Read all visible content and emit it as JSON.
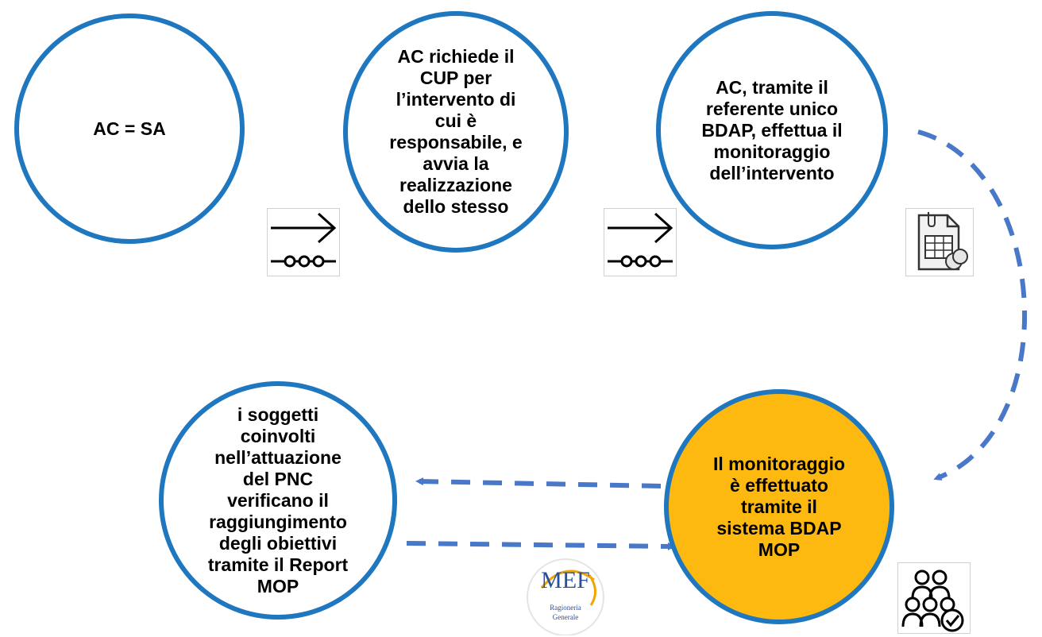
{
  "steps": [
    {
      "text": "AC = SA"
    },
    {
      "text": "AC richiede il\nCUP per\nl’intervento di\ncui è\nresponsabile, e\navvia la\nrealizzazione\ndello stesso"
    },
    {
      "text": "AC, tramite il\nreferente unico\nBDAP, effettua il\nmonitoraggio\ndell’intervento"
    },
    {
      "text": "i soggetti\ncoinvolti\nnell’attuazione\ndel PNC\nverificano il\nraggiungimento\ndegli obiettivi\ntramite il Report\nMOP"
    },
    {
      "text": "Il monitoraggio\nè effettuato\ntramite il\nsistema BDAP\nMOP"
    }
  ],
  "logo": {
    "name": "MEF",
    "subtitle_1": "Ragioneria",
    "subtitle_2": "Generale"
  },
  "icons": [
    "arrow-right-connector-icon",
    "arrow-right-connector-icon",
    "document-spreadsheet-icon",
    "people-check-icon"
  ],
  "colors": {
    "circle_border": "#1f77c0",
    "highlight_fill": "#fdb910",
    "dashed_arrow": "#4a78c8"
  }
}
